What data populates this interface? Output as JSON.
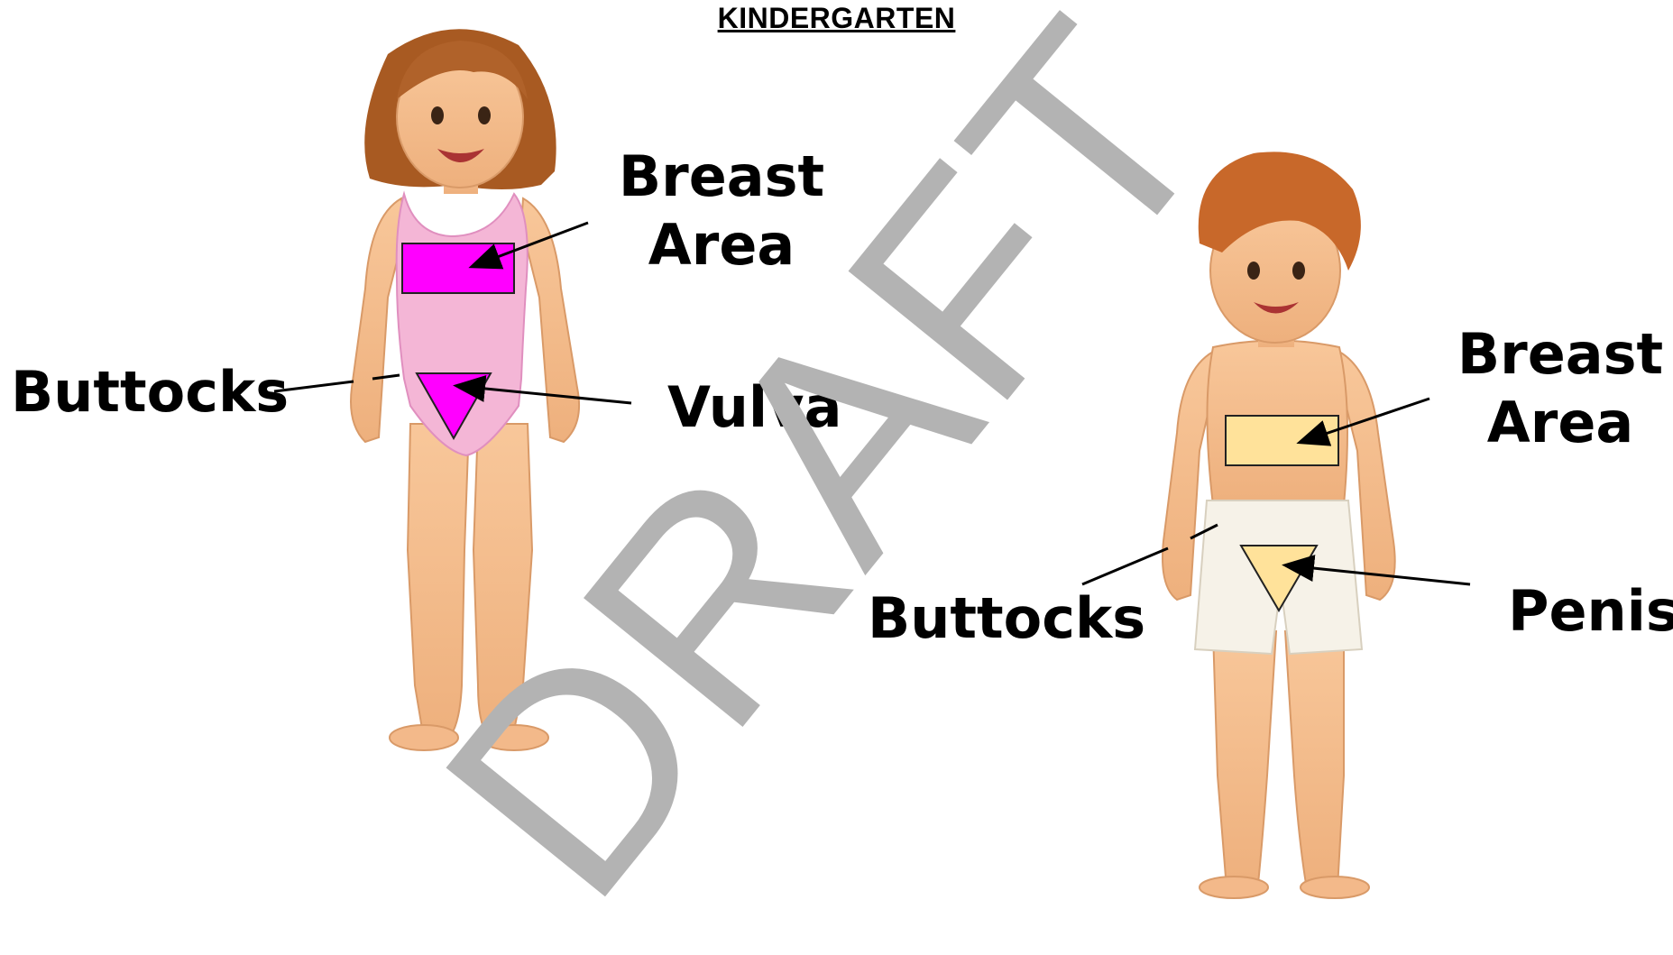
{
  "title": "KINDERGARTEN",
  "watermark": "DRAFT",
  "girl": {
    "labels": {
      "breast_line1": "Breast",
      "breast_line2": "Area",
      "buttocks": "Buttocks",
      "vulva": "Vulva"
    },
    "marker_color": "#ff00ff"
  },
  "boy": {
    "labels": {
      "breast_line1": "Breast",
      "breast_line2": "Area",
      "buttocks": "Buttocks",
      "penis": "Penis"
    },
    "marker_color": "#ffe29a"
  }
}
